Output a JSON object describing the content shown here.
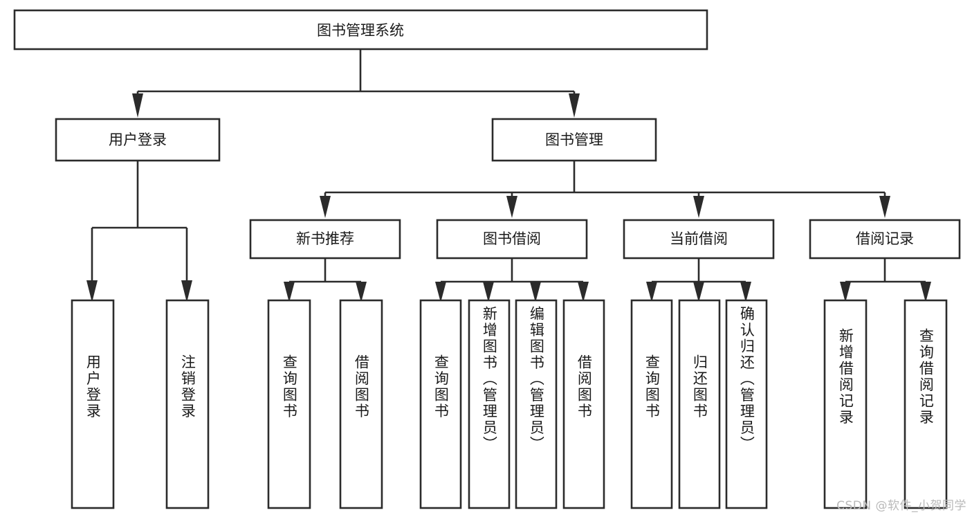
{
  "diagram": {
    "type": "tree-hierarchy-flowchart",
    "title": "图书管理系统",
    "background_color": "#ffffff",
    "box_fill": "#ffffff",
    "box_stroke": "#2b2b2b",
    "text_color": "#1a1a1a",
    "root": {
      "id": "root",
      "label": "图书管理系统",
      "level": 0,
      "orientation": "horizontal"
    },
    "level1": [
      {
        "id": "user-login",
        "label": "用户登录",
        "orientation": "horizontal"
      },
      {
        "id": "book-manage",
        "label": "图书管理",
        "orientation": "horizontal"
      }
    ],
    "level2": [
      {
        "id": "new-book-recommend",
        "label": "新书推荐",
        "parent": "book-manage",
        "orientation": "horizontal"
      },
      {
        "id": "book-borrow",
        "label": "图书借阅",
        "parent": "book-manage",
        "orientation": "horizontal"
      },
      {
        "id": "current-borrow",
        "label": "当前借阅",
        "parent": "book-manage",
        "orientation": "horizontal"
      },
      {
        "id": "borrow-record",
        "label": "借阅记录",
        "parent": "book-manage",
        "orientation": "horizontal"
      }
    ],
    "leaves": [
      {
        "id": "leaf-user-login",
        "label": "用户登录",
        "parent": "user-login",
        "orientation": "vertical"
      },
      {
        "id": "leaf-logout-login",
        "label": "注销登录",
        "parent": "user-login",
        "orientation": "vertical"
      },
      {
        "id": "leaf-query-book-1",
        "label": "查询图书",
        "parent": "new-book-recommend",
        "orientation": "vertical"
      },
      {
        "id": "leaf-borrow-book-1",
        "label": "借阅图书",
        "parent": "new-book-recommend",
        "orientation": "vertical"
      },
      {
        "id": "leaf-query-book-2",
        "label": "查询图书",
        "parent": "book-borrow",
        "orientation": "vertical"
      },
      {
        "id": "leaf-add-book-admin",
        "label": "新增图书（管理员）",
        "parent": "book-borrow",
        "orientation": "vertical"
      },
      {
        "id": "leaf-edit-book-admin",
        "label": "编辑图书（管理员）",
        "parent": "book-borrow",
        "orientation": "vertical"
      },
      {
        "id": "leaf-borrow-book-2",
        "label": "借阅图书",
        "parent": "book-borrow",
        "orientation": "vertical"
      },
      {
        "id": "leaf-query-book-3",
        "label": "查询图书",
        "parent": "current-borrow",
        "orientation": "vertical"
      },
      {
        "id": "leaf-return-book",
        "label": "归还图书",
        "parent": "current-borrow",
        "orientation": "vertical"
      },
      {
        "id": "leaf-confirm-return-admin",
        "label": "确认归还（管理员）",
        "parent": "current-borrow",
        "orientation": "vertical"
      },
      {
        "id": "leaf-add-borrow-record",
        "label": "新增借阅记录",
        "parent": "borrow-record",
        "orientation": "vertical"
      },
      {
        "id": "leaf-query-borrow-record",
        "label": "查询借阅记录",
        "parent": "borrow-record",
        "orientation": "vertical"
      }
    ]
  },
  "watermark": {
    "text": "CSDN @软件_小贺同学",
    "color": "#b9b9b9"
  }
}
